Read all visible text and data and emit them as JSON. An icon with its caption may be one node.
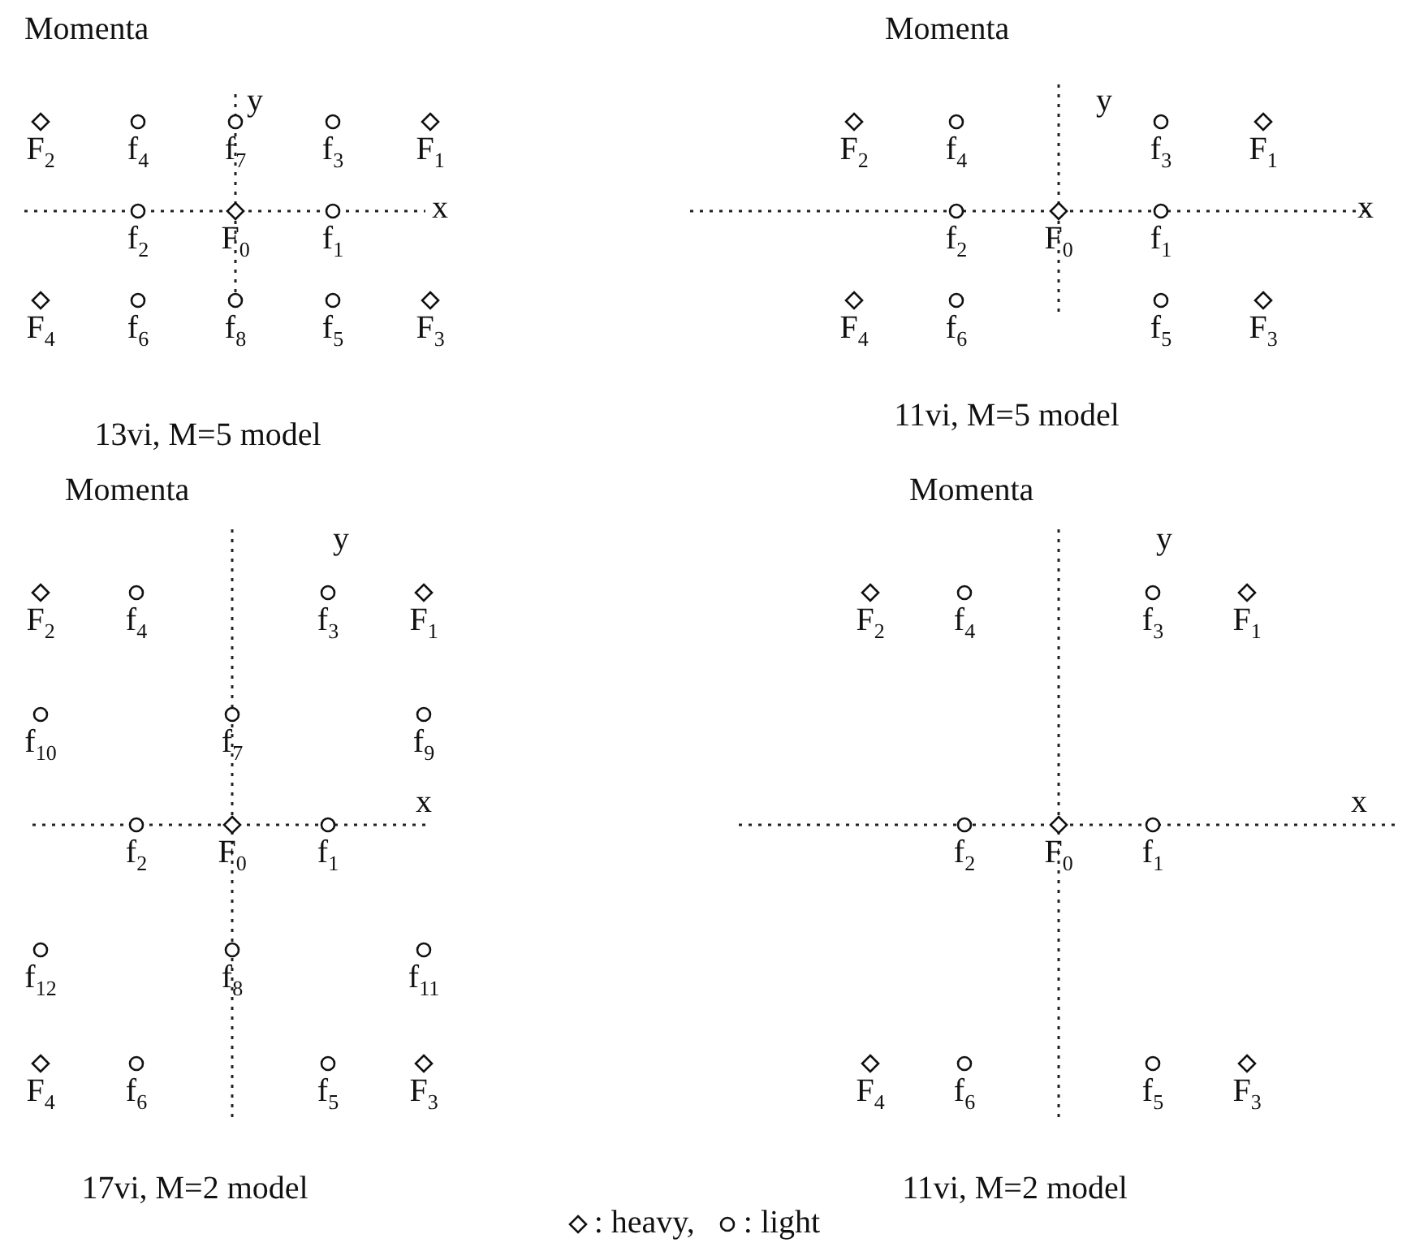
{
  "diagram": {
    "labels": [
      "Momenta",
      "y",
      "F$_{2}$",
      "f$_{4}$",
      "f$_{7}$",
      "f$_{3}$",
      "F$_{1}$",
      "x",
      "f$_{2}$",
      "F$_{0}$",
      "f$_{1}$",
      "F$_{4}$",
      "f$_{6}$",
      "f$_{8}$",
      "f$_{5}$",
      "F$_{3}$",
      "13vi, M=5 model",
      "Momenta",
      "y",
      "F$_{2}$",
      "f$_{4}$",
      "f$_{3}$",
      "F$_{1}$",
      "x",
      "f$_{2}$",
      "F$_{0}$",
      "f$_{1}$",
      "F$_{4}$",
      "f$_{6}$",
      "f$_{5}$",
      "F$_{3}$",
      "11vi, M=5 model",
      "Momenta",
      "y",
      "F$_{2}$",
      "f$_{4}$",
      "f$_{3}$",
      "F$_{1}$",
      "f$_{10}$",
      "f$_{7}$",
      "f$_{9}$",
      "x",
      "f$_{2}$",
      "F$_{0}$",
      "f$_{1}$",
      "f$_{12}$",
      "f$_{8}$",
      "f$_{11}$",
      "F$_{4}$",
      "f$_{6}$",
      "f$_{5}$",
      "F$_{3}$",
      "17vi, M=2 model",
      "Momenta",
      "y",
      "F$_{2}$",
      "f$_{4}$",
      "f$_{3}$",
      "F$_{1}$",
      "x",
      "f$_{2}$",
      "F$_{0}$",
      "f$_{1}$",
      "F$_{4}$",
      "f$_{6}$",
      "f$_{5}$",
      "F$_{3}$",
      "11vi, M=2 model"
    ],
    "legend": [
      {
        "text": ": heavy,"
      },
      {
        "text": ": light"
      }
    ]
  }
}
